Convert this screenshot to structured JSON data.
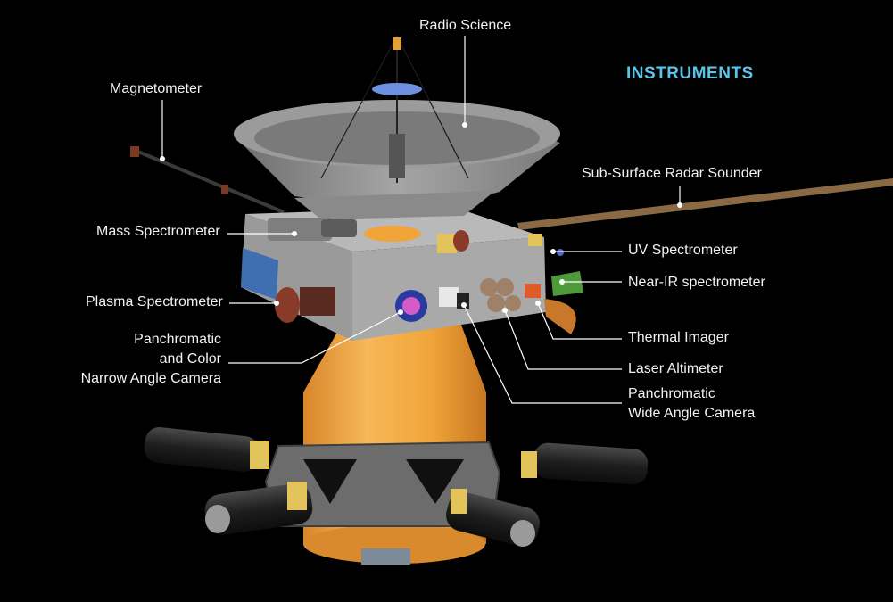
{
  "heading": "INSTRUMENTS",
  "labels": {
    "radio_science": "Radio Science",
    "magnetometer": "Magnetometer",
    "sub_surface_radar": "Sub-Surface Radar Sounder",
    "mass_spectrometer": "Mass Spectrometer",
    "uv_spectrometer": "UV Spectrometer",
    "near_ir": "Near-IR spectrometer",
    "plasma_spectrometer": "Plasma Spectrometer",
    "narrow_cam": [
      "Panchromatic",
      "and Color",
      "Narrow Angle Camera"
    ],
    "thermal_imager": "Thermal Imager",
    "laser_altimeter": "Laser Altimeter",
    "wide_cam": [
      "Panchromatic",
      "Wide Angle Camera"
    ]
  },
  "colors": {
    "background": "#000000",
    "heading": "#5bc4ea",
    "label": "#f2f2f2",
    "leader": "#ffffff",
    "dish": "#8f8f8f",
    "bus": "#a9a9a9",
    "adapter": "#f0a43a",
    "thruster": "#2b2b2b",
    "boom": "#8a6a45"
  }
}
